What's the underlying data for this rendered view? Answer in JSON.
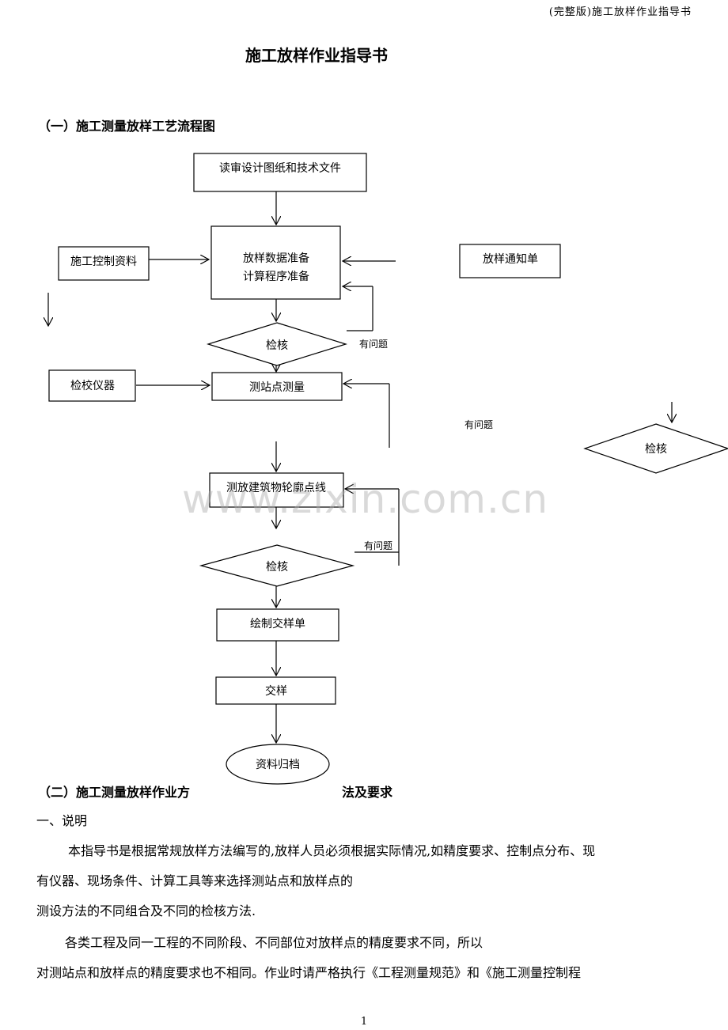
{
  "header": {
    "running_title": "(完整版)施工放样作业指导书"
  },
  "document": {
    "title": "施工放样作业指导书",
    "section1_title": "（一）施工测量放样工艺流程图",
    "section2_title_part1": "（二）施工测量放样作业方",
    "section2_title_part2": "法及要求",
    "heading_1": "一、说明",
    "para1_line1": "本指导书是根据常规放样方法编写的,放样人员必须根据实际情况,如精度要求、控制点分布、现",
    "para1_line2": "有仪器、现场条件、计算工具等来选择测站点和放样点的",
    "para1_line3": "测设方法的不同组合及不同的检核方法.",
    "para2_line1": "各类工程及同一工程的不同阶段、不同部位对放样点的精度要求不同，所以",
    "para2_line2": "对测站点和放样点的精度要求也不相同。作业时请严格执行《工程测量规范》和《施工测量控制程"
  },
  "flowchart": {
    "read_docs": "读审设计图纸和技术文件",
    "data_prep_line1": "放样数据准备",
    "data_prep_line2": "计算程序准备",
    "control_data": "施工控制资料",
    "notice": "放样通知单",
    "check_1": "检核",
    "problem_1": "有问题",
    "calibrate": "检校仪器",
    "station_measure": "测站点测量",
    "problem_2": "有问题",
    "check_right": "检核",
    "outline_points": "测放建筑物轮廓点线",
    "problem_3": "有问题",
    "check_2": "检核",
    "draw_handover": "绘制交样单",
    "handover": "交样",
    "archive": "资料归档"
  },
  "watermark": "www.zixin.com.cn",
  "footer": {
    "page_number": "1"
  }
}
